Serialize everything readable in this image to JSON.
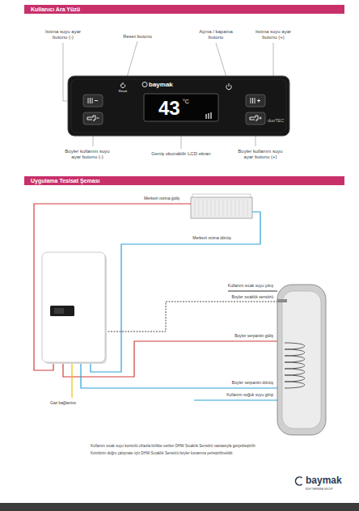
{
  "diagram": {
    "nodes": [
      {
        "text": [
          "Kullanıcı Ara Yüzü"
        ]
      },
      {
        "text": [
          "Uygulama Tesisat Şeması"
        ]
      }
    ],
    "labels": [
      "Isıtma suyu ayar butonu (-)",
      "Reset butonu",
      "Açma / kapama butonu",
      "Isıtma suyu ayar butonu (+)",
      "Reset",
      "43",
      "°C",
      "baymak",
      "duoTEC",
      "Boyler kullanım suyu ayar butonu (-)",
      "Geniş okunabilir LCD ekran",
      "Boyler kullanım suyu ayar butonu (+)",
      "Merkezi ısıtma gidiş",
      "Merkezi ısıtma dönüş",
      "Kullanım sıcak suyu çıkış",
      "Boyler sıcaklık sensörü",
      "Boyler serpantin gidiş",
      "Boyler serpantin dönüş",
      "Kullanım soğuk suyu girişi",
      "Gaz bağlantısı",
      "Kullanım sıcak suyu kontrolü cihazla birlikte verilen DHW Sıcaklık Sensörü vasıtasıyla gerçekleştirilir.",
      "Kombinin doğru çalışması için DHW Sıcaklık Sensörü boyler kovanına yerleştirilmelidir.",
      "baymak",
      "BDR THERMEA GROUP"
    ]
  }
}
